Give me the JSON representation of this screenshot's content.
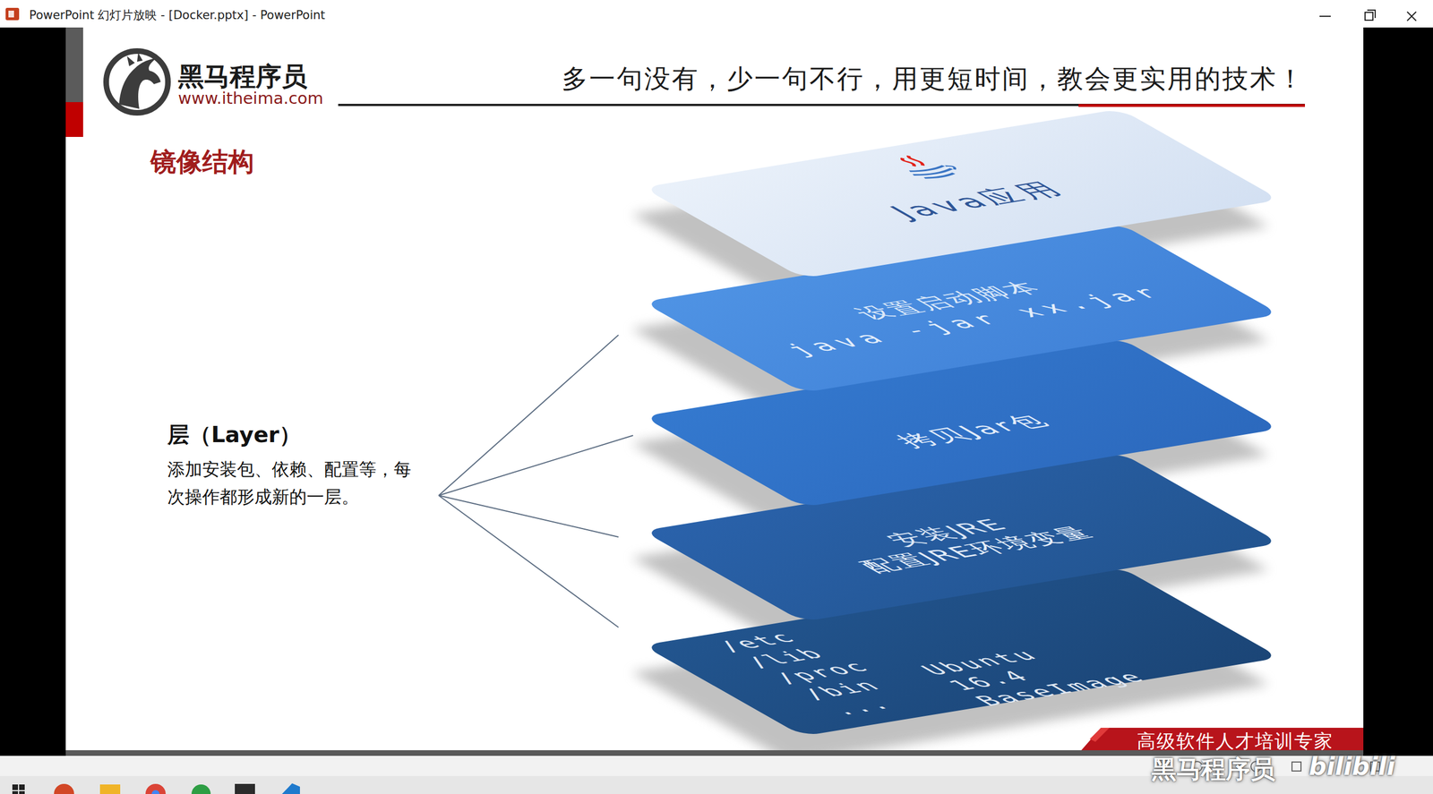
{
  "diagram": {
    "title": "镜像结构",
    "nodes": [
      {
        "text": [
          "Java应用"
        ]
      },
      {
        "text": [
          "设置启动脚本",
          "java -jar xx.jar"
        ]
      },
      {
        "text": [
          "拷贝Jar包"
        ]
      },
      {
        "text": [
          "安装JRE",
          "配置JRE环境变量"
        ]
      },
      {
        "text": [
          "/etc /lib /proc /bin ...",
          "Ubuntu 16.4 BaseImage"
        ]
      }
    ],
    "labels": [
      "PowerPoint 幻灯片放映 - [Docker.pptx] - PowerPoint",
      "黑马程序员",
      "www.itheima.com",
      "多一句没有，少一句不行，用更短时间，教会更实用的技术！",
      "层（Layer）",
      "添加安装包、依赖、配置等，每次操作都形成新的一层。",
      "高级软件人才培训专家",
      "黑马程序员",
      "bilibili"
    ]
  }
}
